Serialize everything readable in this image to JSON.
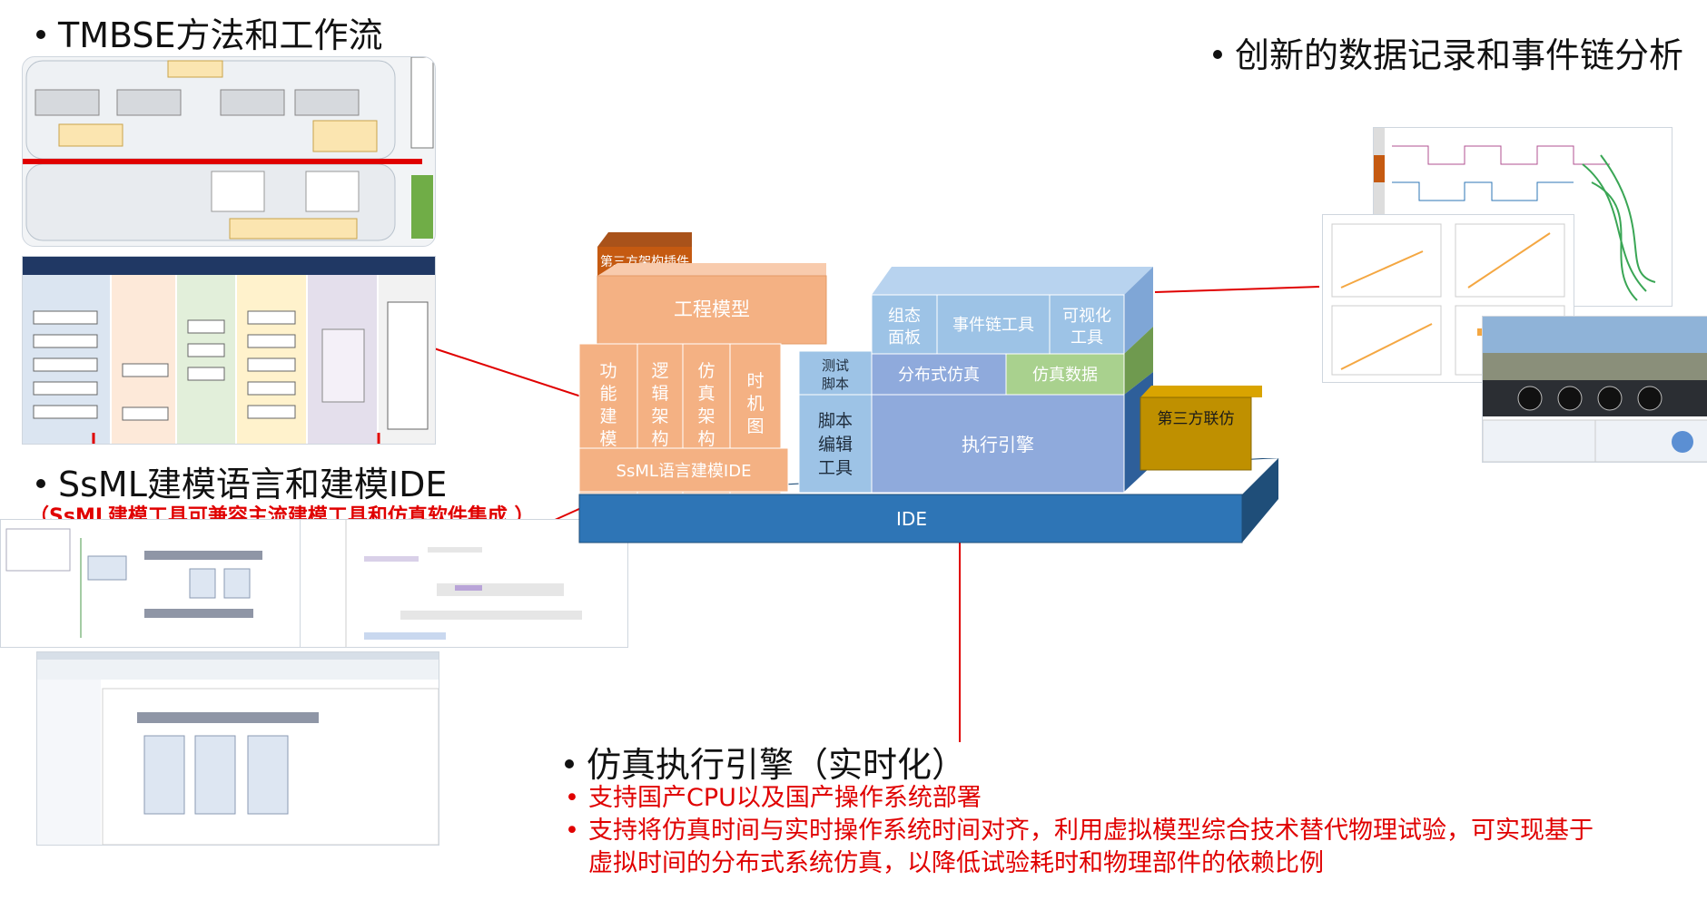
{
  "headings": {
    "tmbse": "TMBSE方法和工作流",
    "ssml": "SsML建模语言和建模IDE",
    "ssml_note": "（SsML建模工具可兼容主流建模工具和仿真软件集成 ）",
    "data_record": "创新的数据记录和事件链分析",
    "engine": "仿真执行引擎（实时化）"
  },
  "engine_points": [
    "支持国产CPU以及国产操作系统部署",
    "支持将仿真时间与实时操作系统时间对齐，利用虚拟模型综合技术替代物理试验，可实现基于",
    "虚拟时间的分布式系统仿真，以降低试验耗时和物理部件的依赖比例"
  ],
  "stack": {
    "third_party_plugin": "第三方架构插件",
    "engineering_model": "工程模型",
    "func_modeling": "功能建模",
    "logic_arch": "逻辑架构",
    "sim_arch": "仿真架构",
    "timing_diagram": "时机图",
    "ssml_ide": "SsML语言建模IDE",
    "test_script": "测试脚本",
    "script_editor": "脚本编辑工具",
    "config_panel": "组态面板",
    "event_chain_tool": "事件链工具",
    "viz_tool": "可视化工具",
    "distributed_sim": "分布式仿真",
    "sim_data": "仿真数据",
    "exec_engine": "执行引擎",
    "third_party_cosim": "第三方联仿",
    "ide": "IDE"
  },
  "colors": {
    "orange": "#f4b183",
    "orange_dark": "#c55a11",
    "blue_light": "#9dc3e6",
    "blue": "#8faadc",
    "blue_dark": "#2e75b6",
    "green": "#a9d18e",
    "gold": "#bf9000",
    "red": "#e00000"
  }
}
